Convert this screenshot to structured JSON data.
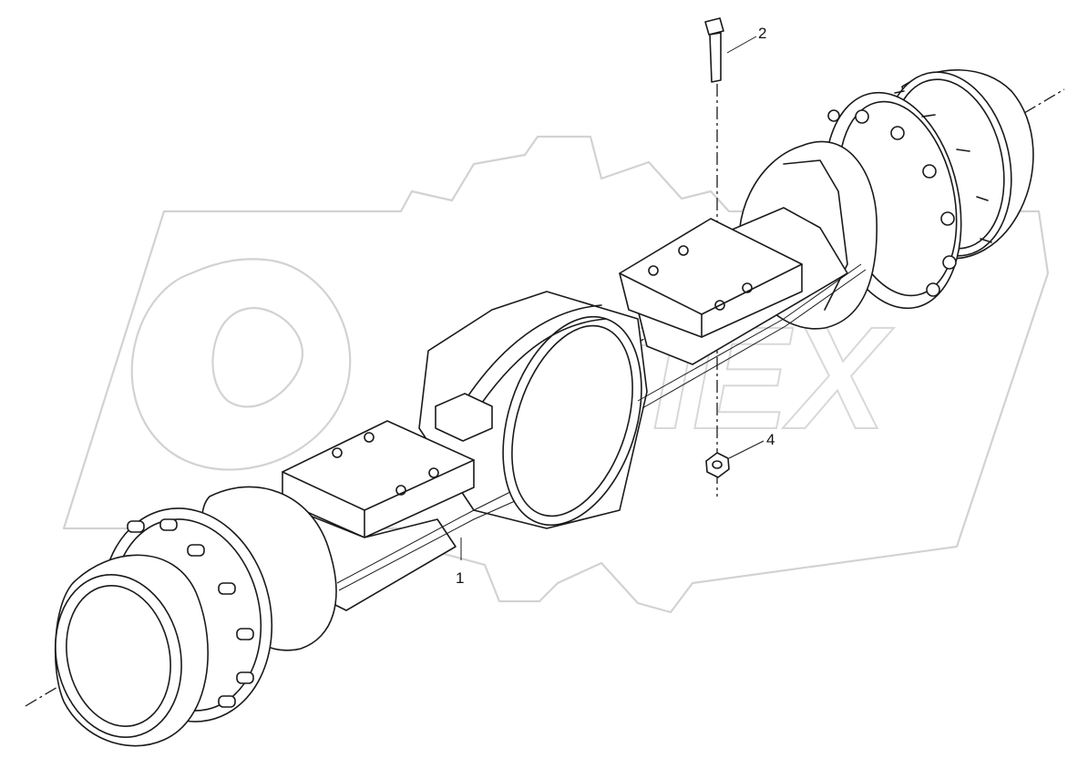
{
  "watermark": {
    "text": "ОПЕХ"
  },
  "callouts": [
    {
      "id": "callout-1",
      "label": "1"
    },
    {
      "id": "callout-2",
      "label": "2"
    },
    {
      "id": "callout-4",
      "label": "4"
    }
  ]
}
